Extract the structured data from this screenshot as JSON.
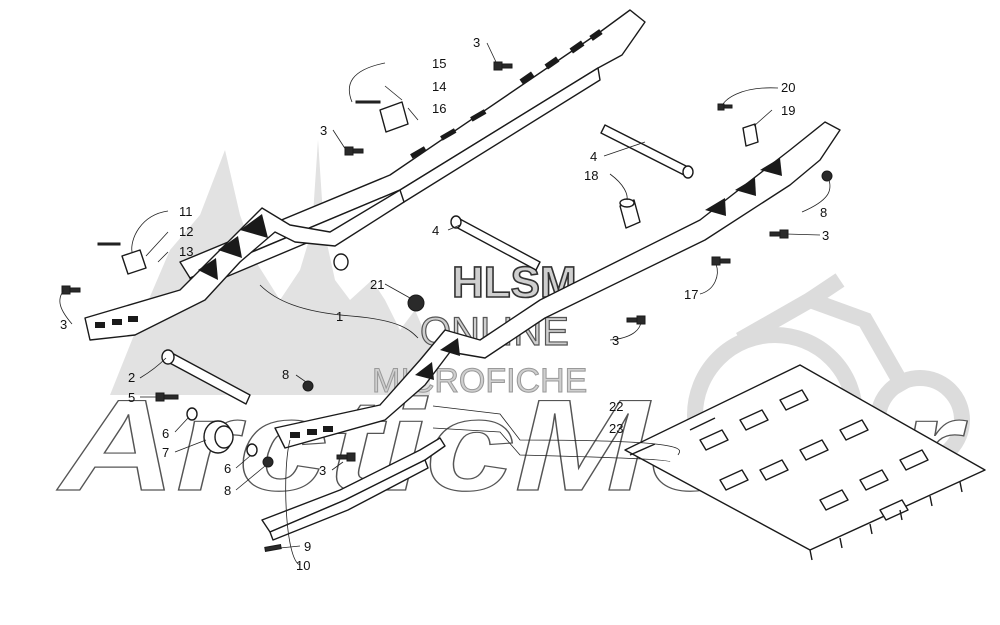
{
  "watermark": {
    "line1": "HLSM",
    "line2": "ONLINE",
    "line3": "MICROFICHE",
    "brand": "ArcticMotor",
    "color": "#cfcfcf"
  },
  "callouts": [
    {
      "id": "c1",
      "label": "1"
    },
    {
      "id": "c2",
      "label": "2"
    },
    {
      "id": "c3a",
      "label": "3"
    },
    {
      "id": "c3b",
      "label": "3"
    },
    {
      "id": "c3c",
      "label": "3"
    },
    {
      "id": "c3d",
      "label": "3"
    },
    {
      "id": "c3e",
      "label": "3"
    },
    {
      "id": "c3f",
      "label": "3"
    },
    {
      "id": "c4a",
      "label": "4"
    },
    {
      "id": "c4b",
      "label": "4"
    },
    {
      "id": "c5",
      "label": "5"
    },
    {
      "id": "c6a",
      "label": "6"
    },
    {
      "id": "c6b",
      "label": "6"
    },
    {
      "id": "c7",
      "label": "7"
    },
    {
      "id": "c8a",
      "label": "8"
    },
    {
      "id": "c8b",
      "label": "8"
    },
    {
      "id": "c8c",
      "label": "8"
    },
    {
      "id": "c9",
      "label": "9"
    },
    {
      "id": "c10",
      "label": "10"
    },
    {
      "id": "c11",
      "label": "11"
    },
    {
      "id": "c12",
      "label": "12"
    },
    {
      "id": "c13",
      "label": "13"
    },
    {
      "id": "c14",
      "label": "14"
    },
    {
      "id": "c15",
      "label": "15"
    },
    {
      "id": "c16",
      "label": "16"
    },
    {
      "id": "c17",
      "label": "17"
    },
    {
      "id": "c18",
      "label": "18"
    },
    {
      "id": "c19",
      "label": "19"
    },
    {
      "id": "c20",
      "label": "20"
    },
    {
      "id": "c21",
      "label": "21"
    },
    {
      "id": "c22",
      "label": "22"
    },
    {
      "id": "c23",
      "label": "23"
    }
  ]
}
